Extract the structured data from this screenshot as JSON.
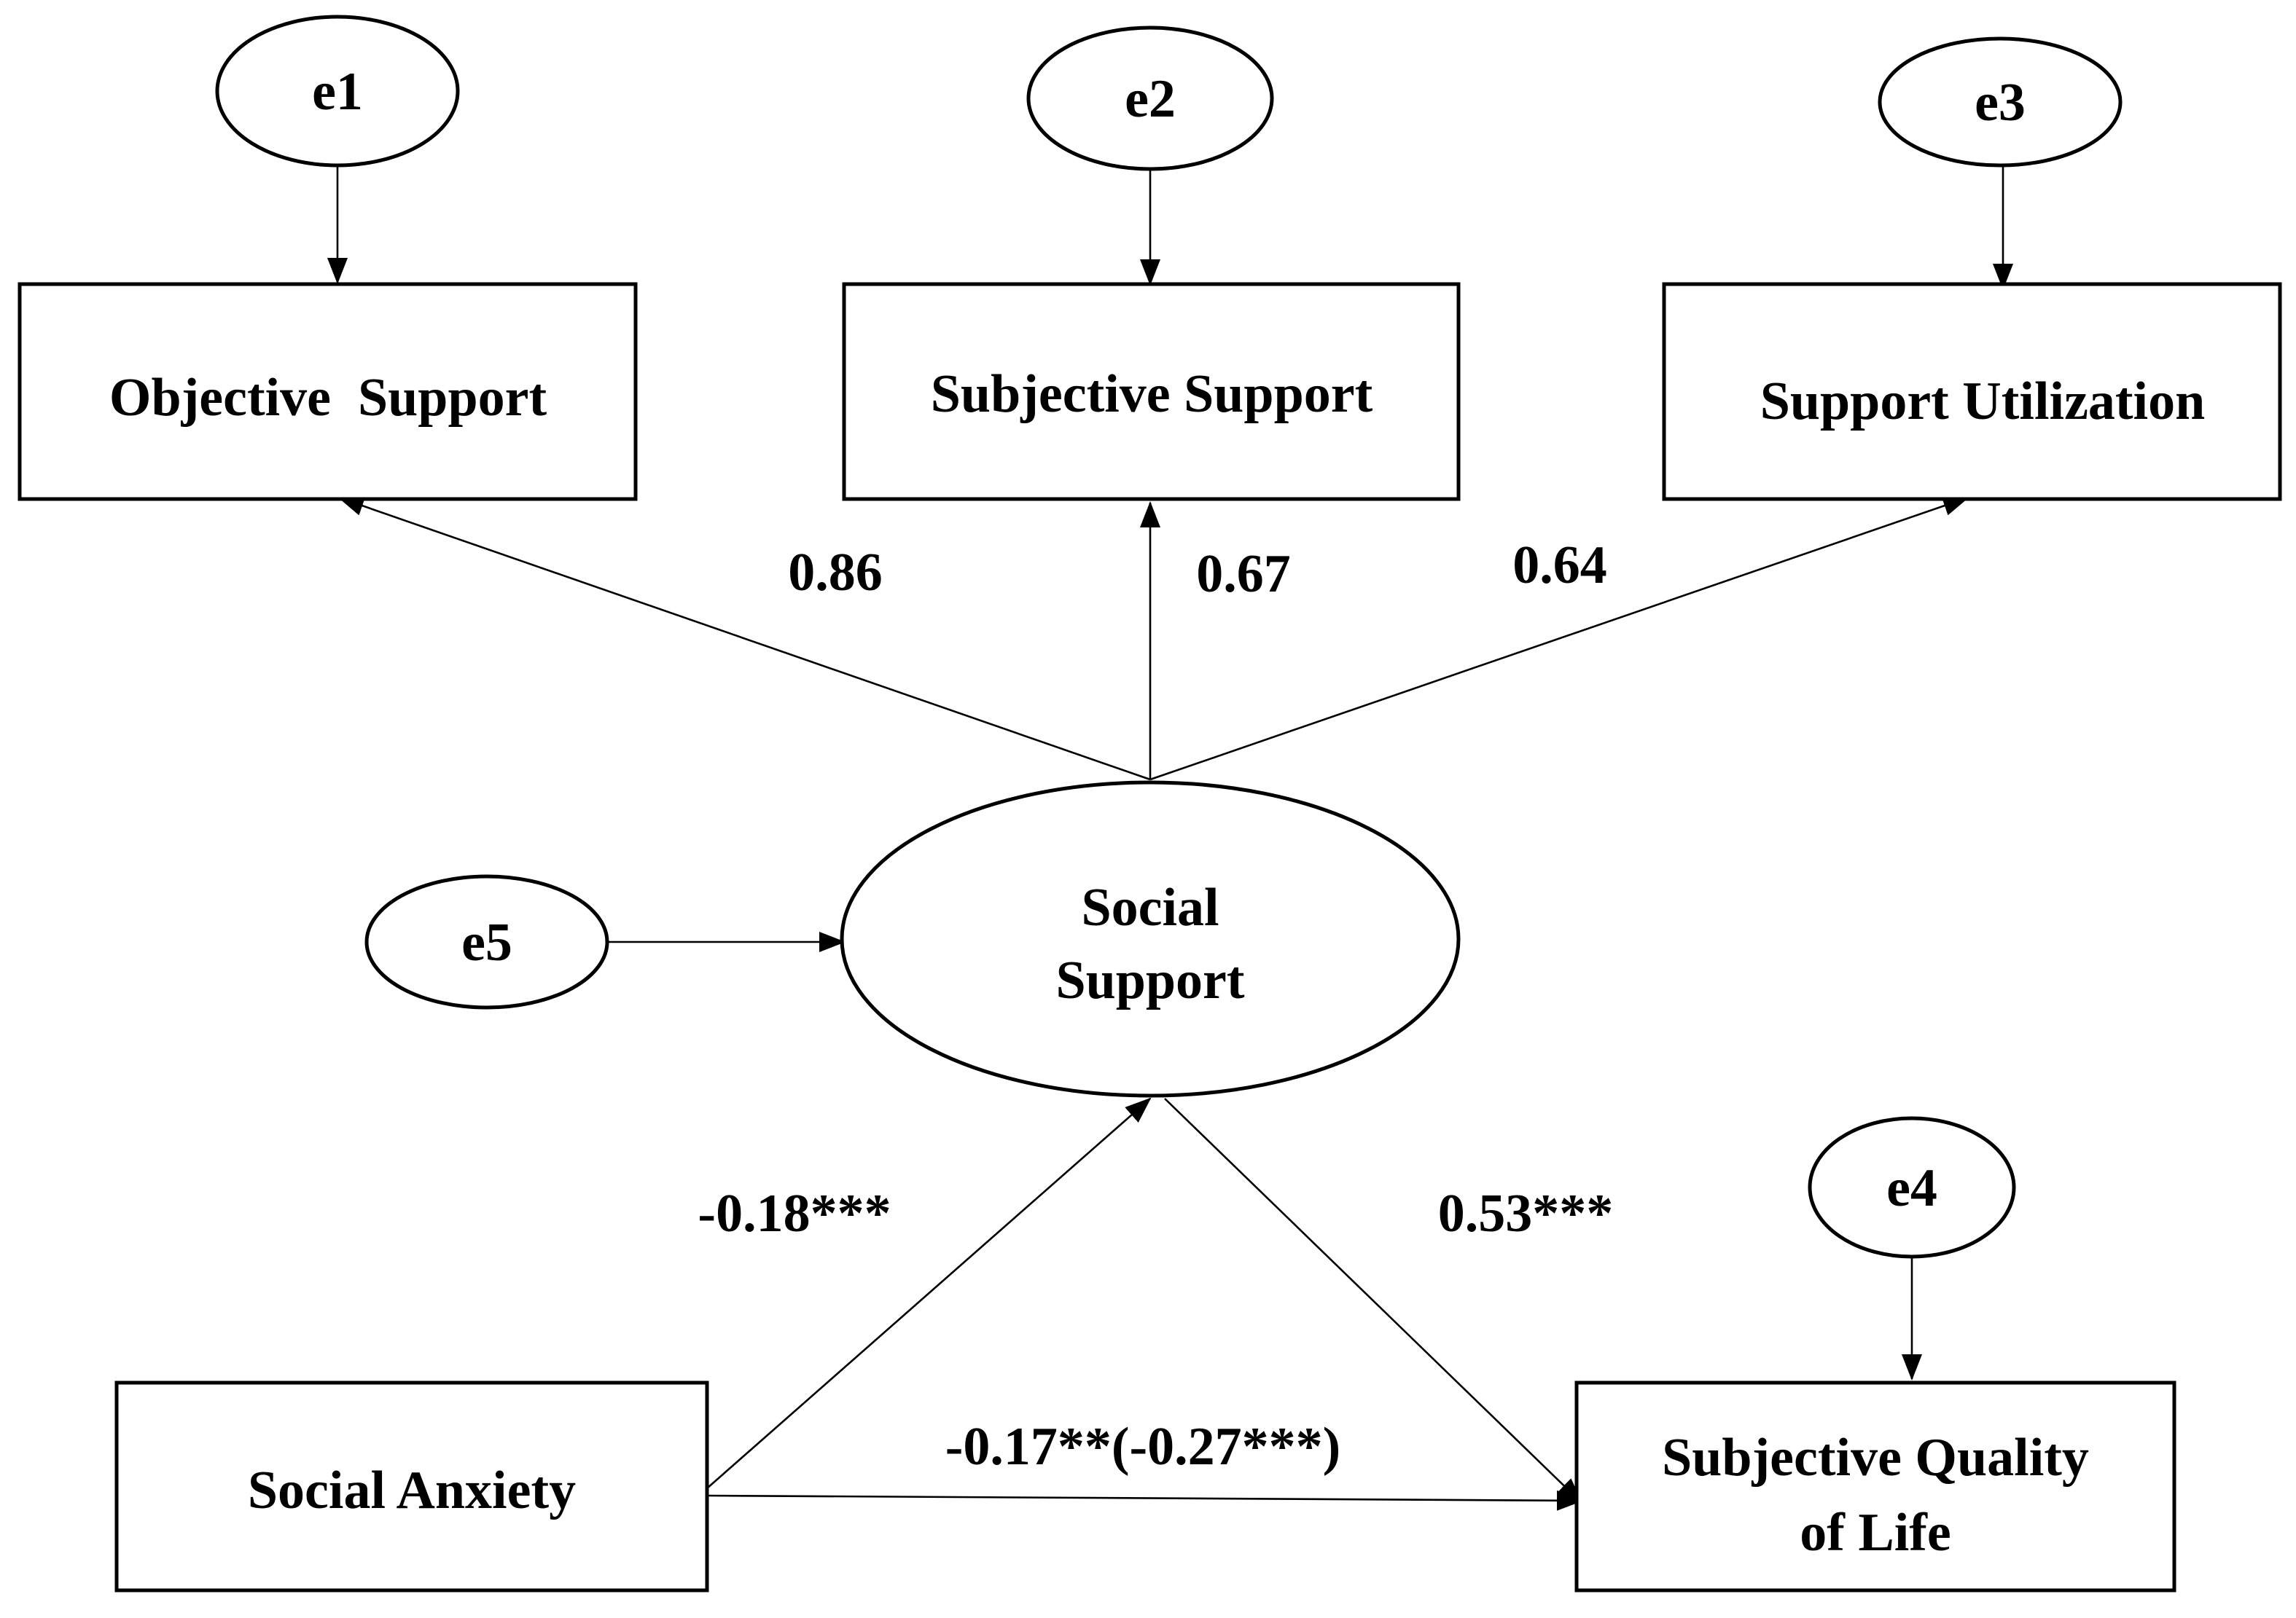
{
  "nodes": {
    "e1": "e1",
    "e2": "e2",
    "e3": "e3",
    "e4": "e4",
    "e5": "e5",
    "objective_support": "Objective  Support",
    "subjective_support": "Subjective Support",
    "support_utilization": "Support Utilization",
    "social_support_line1": "Social",
    "social_support_line2": "Support",
    "social_anxiety": "Social Anxiety",
    "quality_line1": "Subjective Quality",
    "quality_line2": "of Life"
  },
  "coefficients": {
    "objective_loading": "0.86",
    "subjective_loading": "0.67",
    "utilization_loading": "0.64",
    "anxiety_to_support": "-0.18***",
    "support_to_quality": "0.53***",
    "anxiety_to_quality": "-0.17**(-0.27***)"
  },
  "colors": {
    "line": "#000000",
    "background": "#ffffff"
  }
}
